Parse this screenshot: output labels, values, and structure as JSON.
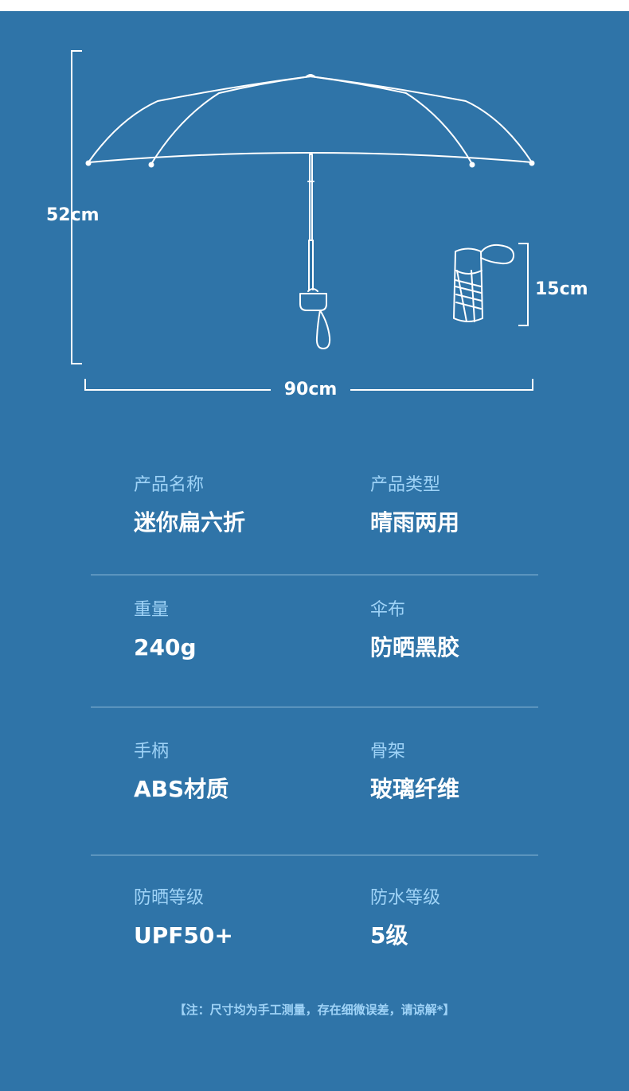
{
  "dimensions": {
    "height": "52cm",
    "width": "90cm",
    "closed_length": "15cm"
  },
  "specs": [
    {
      "label": "产品名称",
      "value": "迷你扁六折"
    },
    {
      "label": "产品类型",
      "value": "晴雨两用"
    },
    {
      "label": "重量",
      "value": "240g"
    },
    {
      "label": "伞布",
      "value": "防晒黑胶"
    },
    {
      "label": "手柄",
      "value": "ABS材质"
    },
    {
      "label": "骨架",
      "value": "玻璃纤维"
    },
    {
      "label": "防晒等级",
      "value": "UPF50+"
    },
    {
      "label": "防水等级",
      "value": "5级"
    }
  ],
  "footnote": "【注：尺寸均为手工测量，存在细微误差，请谅解*】",
  "colors": {
    "background": "#2f74a8",
    "label": "#9fd3f7",
    "value": "#ffffff",
    "divider": "#8fbbd9"
  },
  "icons": [
    "open-umbrella-icon",
    "folded-umbrella-icon"
  ]
}
